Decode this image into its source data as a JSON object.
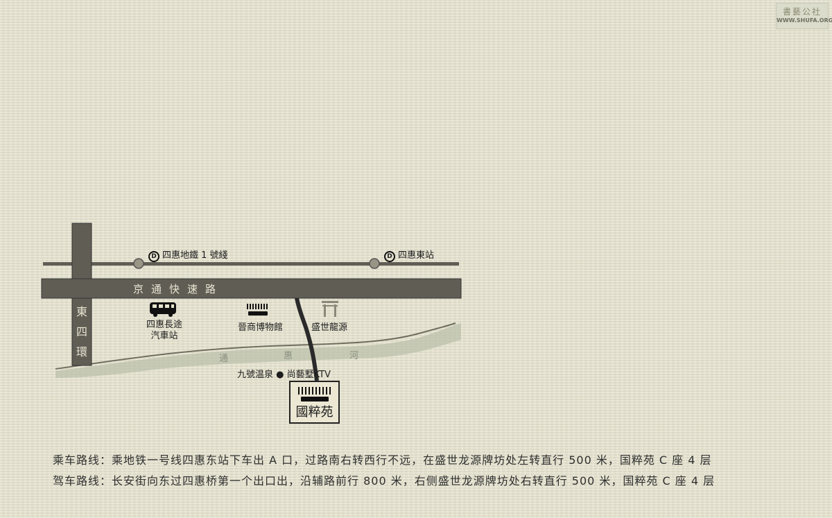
{
  "watermark": {
    "logo_text": "書藝公社",
    "url": "WWW.SHUFA.ORG"
  },
  "map": {
    "subway_stations": [
      {
        "label": "四惠地鐵 1 號綫",
        "icon": "subway-icon"
      },
      {
        "label": "四惠東站",
        "icon": "subway-icon"
      }
    ],
    "expressway": "京通快速路",
    "ring_road": [
      "東",
      "四",
      "環"
    ],
    "river": [
      "通",
      "惠",
      "河"
    ],
    "landmarks": [
      {
        "label_line1": "四惠長途",
        "label_line2": "汽車站",
        "icon": "bus-icon"
      },
      {
        "label": "晉商博物館",
        "icon": "building-icon"
      },
      {
        "label": "盛世龍源",
        "icon": "archway-icon"
      }
    ],
    "hotspot": {
      "left": "九號温泉",
      "right": "尚藝墅KTV"
    },
    "destination": "國粹苑"
  },
  "routes": [
    "乘车路线：乘地铁一号线四惠东站下车出 A 口，过路南右转西行不远，在盛世龙源牌坊处左转直行 500 米，国粹苑 C 座 4 层",
    "驾车路线：长安街向东过四惠桥第一个出口出，沿辅路前行 800 米，右侧盛世龙源牌坊处右转直行 500 米，国粹苑 C 座 4 层"
  ]
}
